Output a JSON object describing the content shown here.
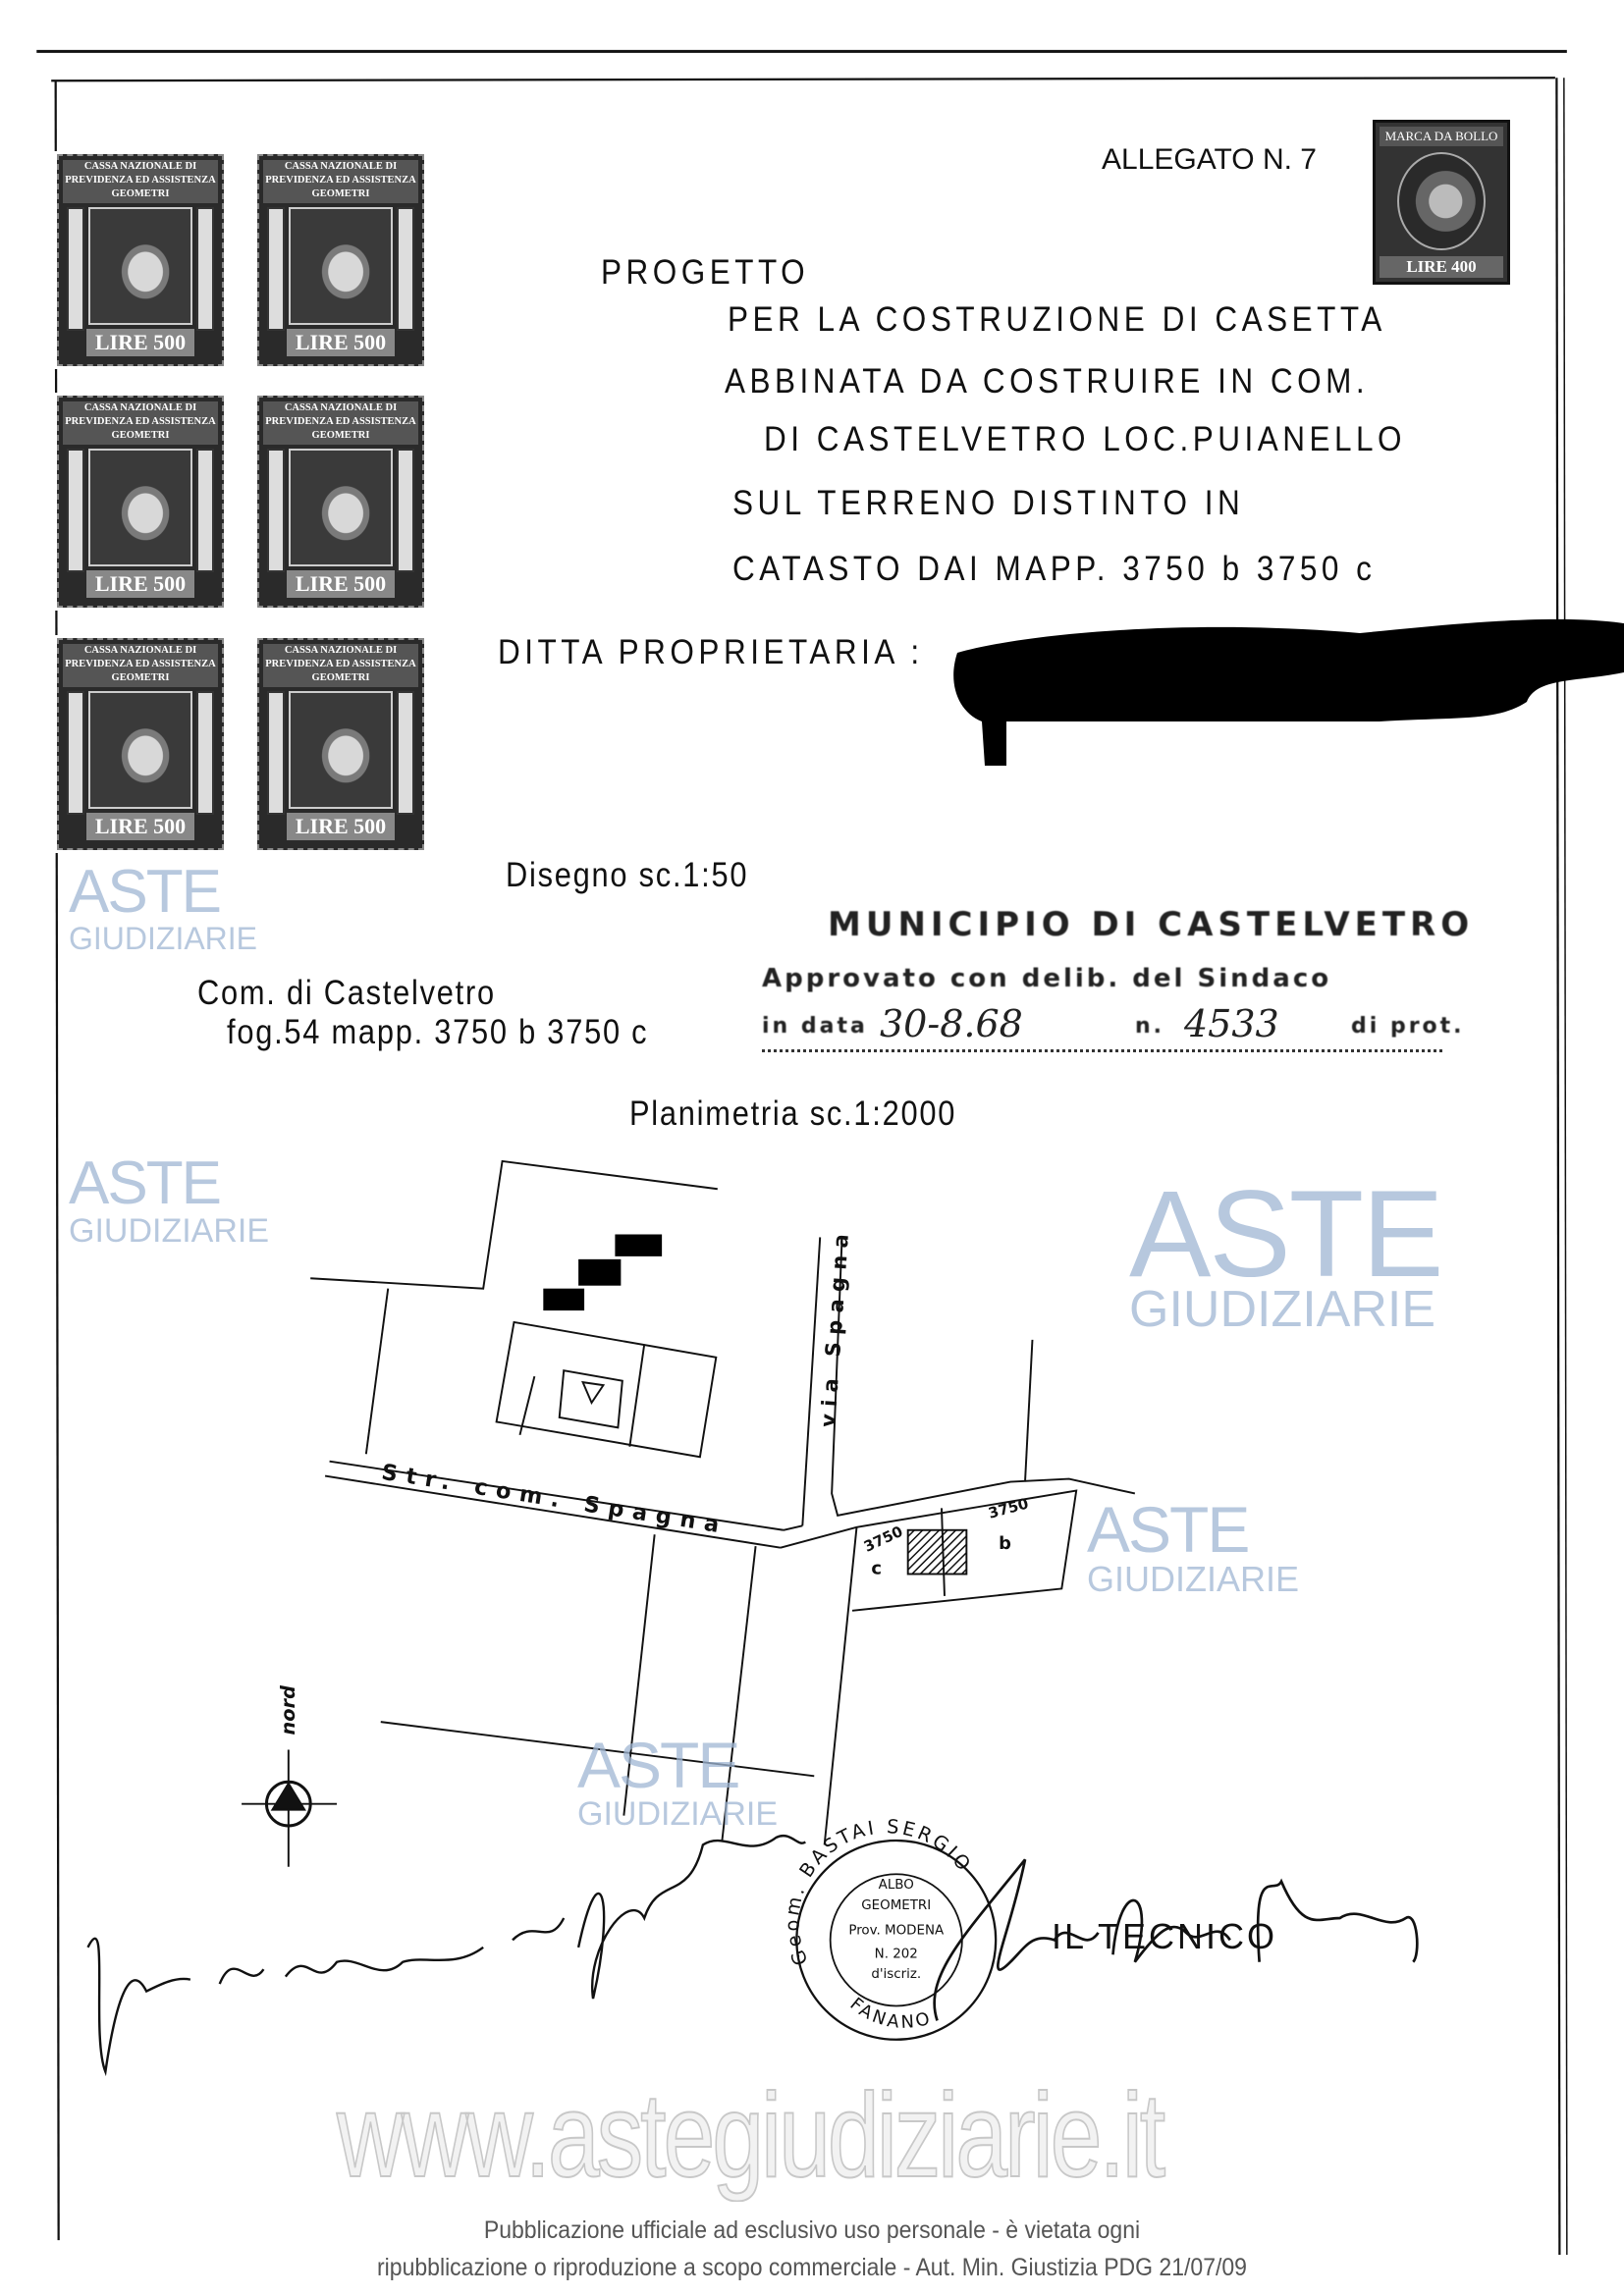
{
  "header": {
    "allegato": "ALLEGATO N. 7"
  },
  "stamps": {
    "cassa_lines": [
      "CASSA NAZIONALE DI",
      "PREVIDENZA ED ASSISTENZA",
      "GEOMETRI"
    ],
    "cassa_value": "LIRE 500",
    "bollo_title": "MARCA DA BOLLO",
    "bollo_value": "LIRE 400"
  },
  "title": {
    "lines": [
      "PROGETTO",
      "PER LA COSTRUZIONE DI CASETTA",
      "ABBINATA DA COSTRUIRE IN COM.",
      "DI CASTELVETRO LOC.PUIANELLO",
      "SUL TERRENO DISTINTO IN",
      "CATASTO DAI MAPP. 3750 b 3750 c"
    ],
    "owner_label": "DITTA PROPRIETARIA :"
  },
  "drawing": {
    "scale_label": "Disegno sc.1:50",
    "comune": "Com. di Castelvetro",
    "foglio": "fog.54 mapp. 3750 b 3750 c",
    "planimetria": "Planimetria sc.1:2000"
  },
  "approval_stamp": {
    "municipio": "MUNICIPIO DI CASTELVETRO",
    "approvato": "Approvato con delib. del Sindaco",
    "in_data": "in data",
    "date": "30-8.68",
    "n": "n.",
    "protocol": "4533",
    "di_prot": "di prot."
  },
  "map": {
    "road_main": "Str. com. Spagna",
    "road_side": "via Spagna",
    "parcel_c_num": "3750",
    "parcel_c_letter": "c",
    "parcel_b_num": "3750",
    "parcel_b_letter": "b",
    "north": "nord"
  },
  "technician": {
    "label": "IL TECNICO",
    "seal_top": "Geom. BASTAI SERGIO",
    "seal_bottom": "FANANO",
    "seal_lines": [
      "ALBO",
      "GEOMETRI",
      "Prov. MODENA",
      "N. 202",
      "d'iscriz."
    ]
  },
  "watermark": {
    "aste": "ASTE",
    "giudiziarie": "GIUDIZIARIE",
    "site": "www.astegiudiziarie.it"
  },
  "footer": {
    "line1": "Pubblicazione ufficiale ad esclusivo uso personale - è vietata ogni",
    "line2": "ripubblicazione o riproduzione a scopo commerciale - Aut. Min. Giustizia PDG 21/07/09"
  }
}
